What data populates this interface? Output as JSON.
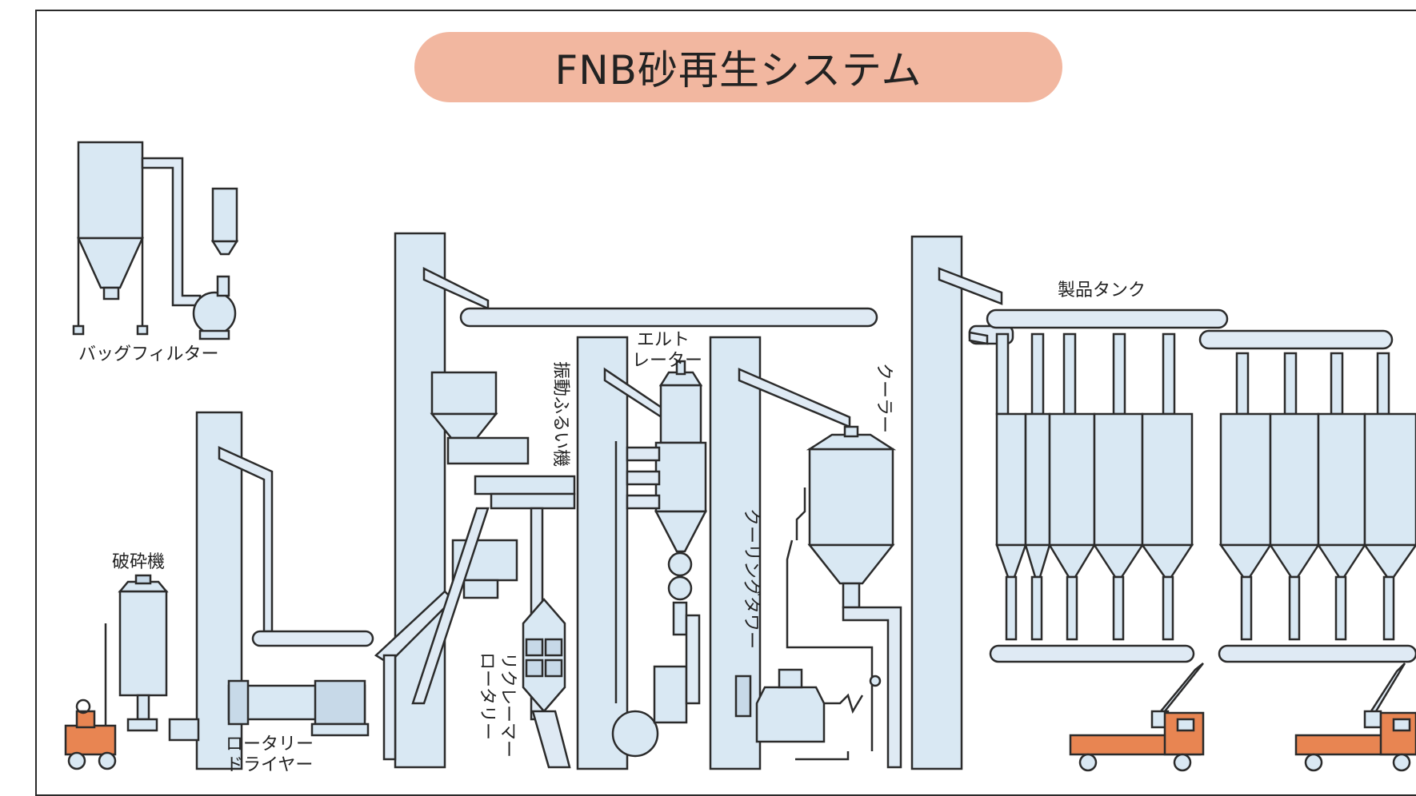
{
  "title": "FNB砂再生システム",
  "labels": {
    "bag_filter": "バッグフィルター",
    "crusher": "破砕機",
    "rotary_dryer_line1": "ロータリー",
    "rotary_dryer_line2": "ドライヤー",
    "rotary_reclaimer_line1": "ロータリー",
    "rotary_reclaimer_line2": "リクレーマー",
    "vibrating_screen": "振動ふるい機",
    "elutriator_line1": "エルト",
    "elutriator_line2": "レーター",
    "cooler": "クーラー",
    "cooling_tower": "クーリングタワー",
    "product_tank": "製品タンク"
  },
  "colors": {
    "equipment_fill": "#d9e8f3",
    "outline": "#2b2b2b",
    "title_pill": "#f2b7a0",
    "vehicle": "#e88552"
  }
}
